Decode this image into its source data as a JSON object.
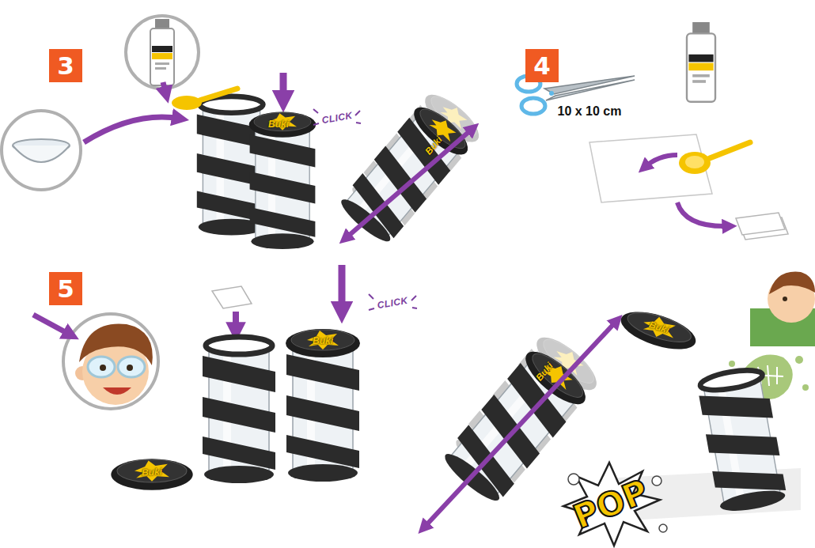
{
  "diagram": {
    "nodes": [
      {
        "text": [
          "3"
        ]
      },
      {
        "text": [
          "4"
        ]
      },
      {
        "text": [
          "5"
        ]
      }
    ],
    "labels": [
      "Buki",
      "CLICK",
      "Buki",
      "10 x 10 cm",
      "Buki",
      "Buki",
      "CLICK",
      "Buki",
      "POP",
      "Buki"
    ]
  }
}
